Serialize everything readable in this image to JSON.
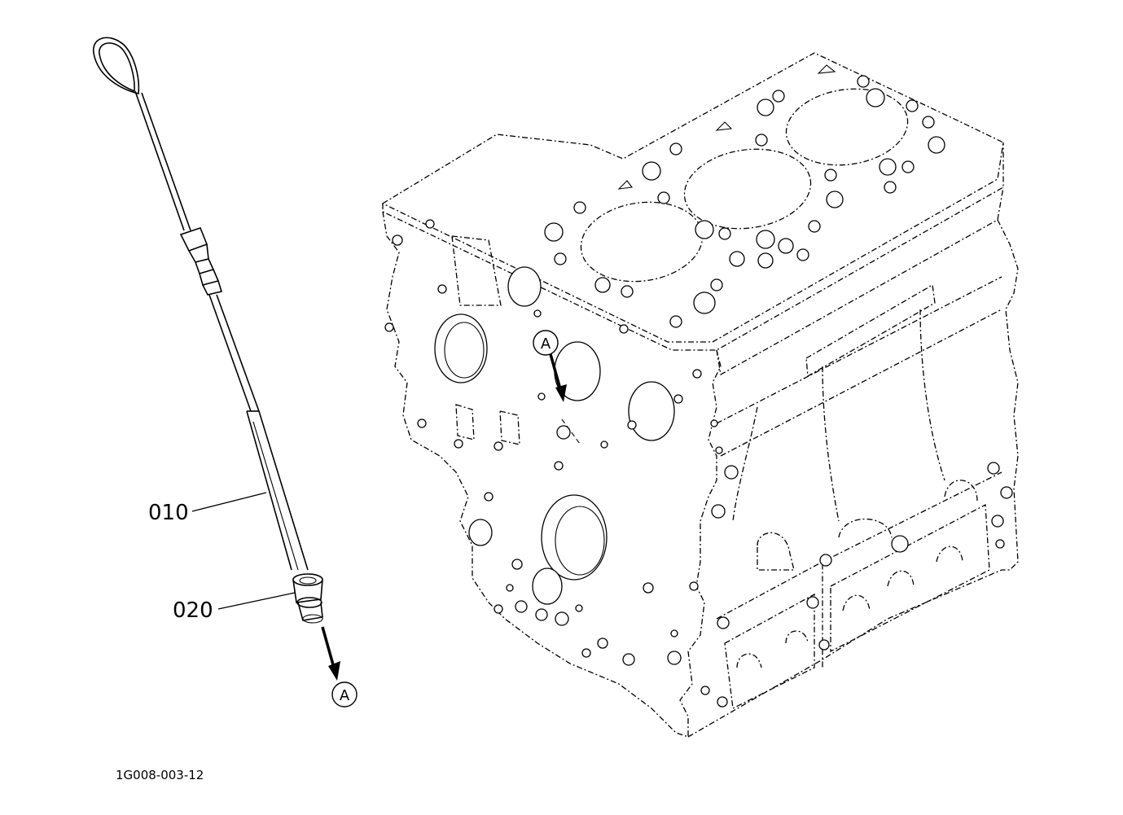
{
  "diagram": {
    "callouts": [
      {
        "id": "callout-010",
        "label": "010"
      },
      {
        "id": "callout-020",
        "label": "020"
      }
    ],
    "reference_markers": [
      {
        "id": "ref-a-upper",
        "label": "A"
      },
      {
        "id": "ref-a-lower",
        "label": "A"
      }
    ],
    "drawing_number": "1G008-003-12"
  },
  "colors": {
    "line": "#000000",
    "background": "#ffffff"
  },
  "icons": [
    "dipstick-icon",
    "dipstick-guide-icon",
    "engine-block-icon",
    "arrow-icon"
  ]
}
